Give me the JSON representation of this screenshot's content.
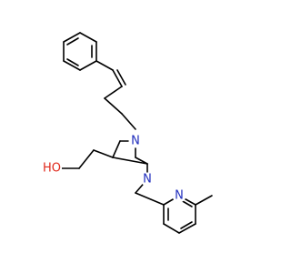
{
  "atoms": {
    "n_upper": {
      "text": "N",
      "color": "#1f2dbd"
    },
    "n_lower": {
      "text": "N",
      "color": "#1f2dbd"
    },
    "n_pyridine": {
      "text": "N",
      "color": "#1f2dbd"
    },
    "oh": {
      "text": "HO",
      "color": "#e0281b"
    }
  },
  "colors": {
    "bond": "#000000",
    "background": "#ffffff"
  }
}
